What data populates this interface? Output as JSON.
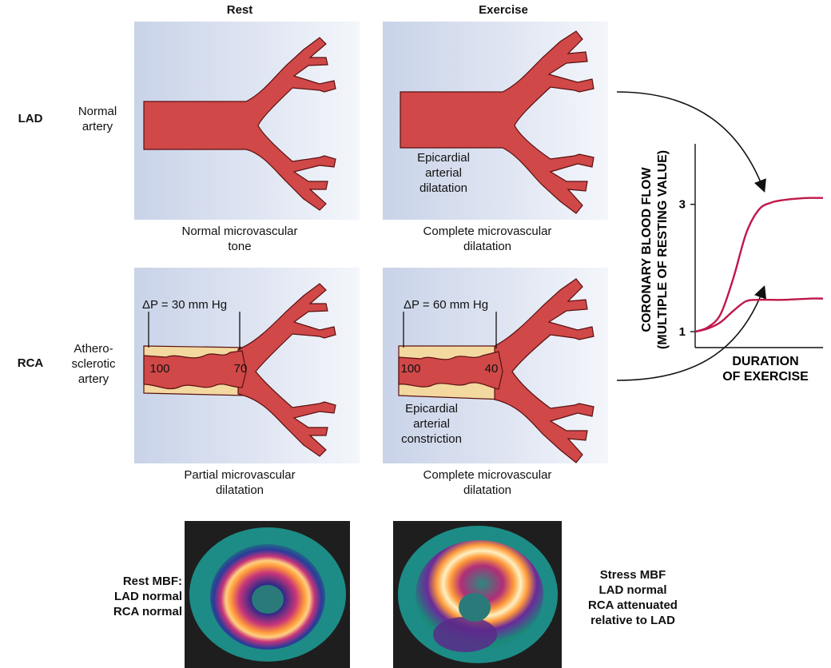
{
  "columns": {
    "rest": "Rest",
    "exercise": "Exercise"
  },
  "rows": {
    "lad": {
      "code": "LAD",
      "desc": [
        "Normal",
        "artery"
      ]
    },
    "rca": {
      "code": "RCA",
      "desc": [
        "Athero-",
        "sclerotic",
        "artery"
      ]
    }
  },
  "panels": {
    "lad_rest_caption": [
      "Normal microvascular",
      "tone"
    ],
    "lad_ex_inner": [
      "Epicardial",
      "arterial",
      "dilatation"
    ],
    "lad_ex_caption": [
      "Complete microvascular",
      "dilatation"
    ],
    "rca_rest_dp": "ΔP = 30 mm Hg",
    "rca_rest_in": "100",
    "rca_rest_out": "70",
    "rca_rest_caption": [
      "Partial microvascular",
      "dilatation"
    ],
    "rca_ex_dp": "ΔP = 60 mm Hg",
    "rca_ex_in": "100",
    "rca_ex_out": "40",
    "rca_ex_inner": [
      "Epicardial",
      "arterial",
      "constriction"
    ],
    "rca_ex_caption": [
      "Complete microvascular",
      "dilatation"
    ]
  },
  "chart_data": {
    "type": "line",
    "ylabel": [
      "CORONARY BLOOD FLOW",
      "(MULTIPLE OF RESTING VALUE)"
    ],
    "xlabel": [
      "DURATION",
      "OF EXERCISE"
    ],
    "yticks": [
      "3",
      "1"
    ],
    "ylim": [
      0.75,
      3.95
    ],
    "x": [
      0,
      0.1,
      0.2,
      0.3,
      0.4,
      0.5,
      0.6,
      0.7,
      0.8,
      0.9,
      1.0
    ],
    "series": [
      {
        "values": [
          1.0,
          1.07,
          1.28,
          1.85,
          2.55,
          2.92,
          3.03,
          3.07,
          3.09,
          3.1,
          3.1
        ]
      },
      {
        "values": [
          1.0,
          1.05,
          1.15,
          1.33,
          1.48,
          1.5,
          1.5,
          1.5,
          1.51,
          1.52,
          1.52
        ]
      }
    ],
    "color": "#c0174a"
  },
  "scans": {
    "rest": [
      "Rest MBF:",
      "LAD normal",
      "RCA normal"
    ],
    "stress": [
      "Stress MBF",
      "LAD normal",
      "RCA attenuated",
      "relative to LAD"
    ]
  },
  "colors": {
    "artery": "#d04848",
    "plaque": "#f3d9a0",
    "panel": "#d7deef"
  }
}
